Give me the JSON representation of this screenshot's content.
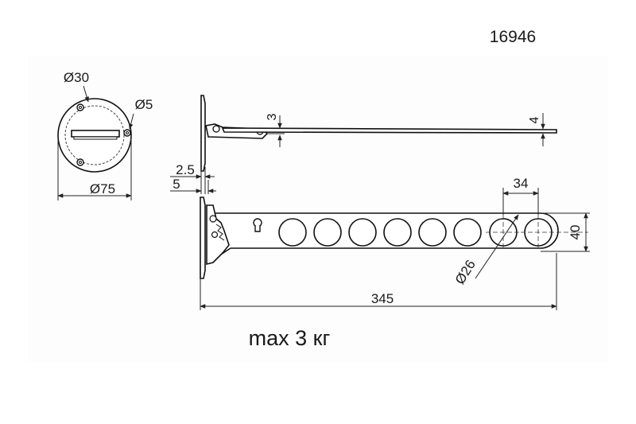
{
  "drawing": {
    "part_number": "16946",
    "load_note": "max 3 кг"
  },
  "dimensions": {
    "base_hole_circle": "Ø30",
    "screw_hole": "Ø5",
    "base_outer": "Ø75",
    "flange_thickness": "2.5",
    "base_offset": "5",
    "hinge_gap": "3",
    "bar_thickness": "4",
    "hole_pitch": "34",
    "bar_height": "40",
    "hole_diameter": "Ø26",
    "overall_length": "345"
  }
}
